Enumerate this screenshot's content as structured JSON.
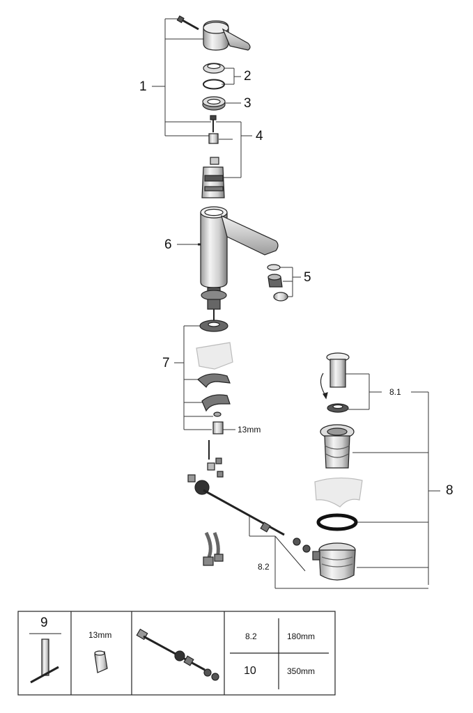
{
  "callouts": {
    "c1": "1",
    "c2": "2",
    "c3": "3",
    "c4": "4",
    "c5": "5",
    "c6": "6",
    "c7": "7",
    "c8": "8",
    "c81": "8.1",
    "c82": "8.2",
    "nut13": "13mm"
  },
  "table": {
    "tool_number": "9",
    "hex_size": "13mm",
    "row1_part": "8.2",
    "row1_len": "180mm",
    "row2_part": "10",
    "row2_len": "350mm"
  }
}
